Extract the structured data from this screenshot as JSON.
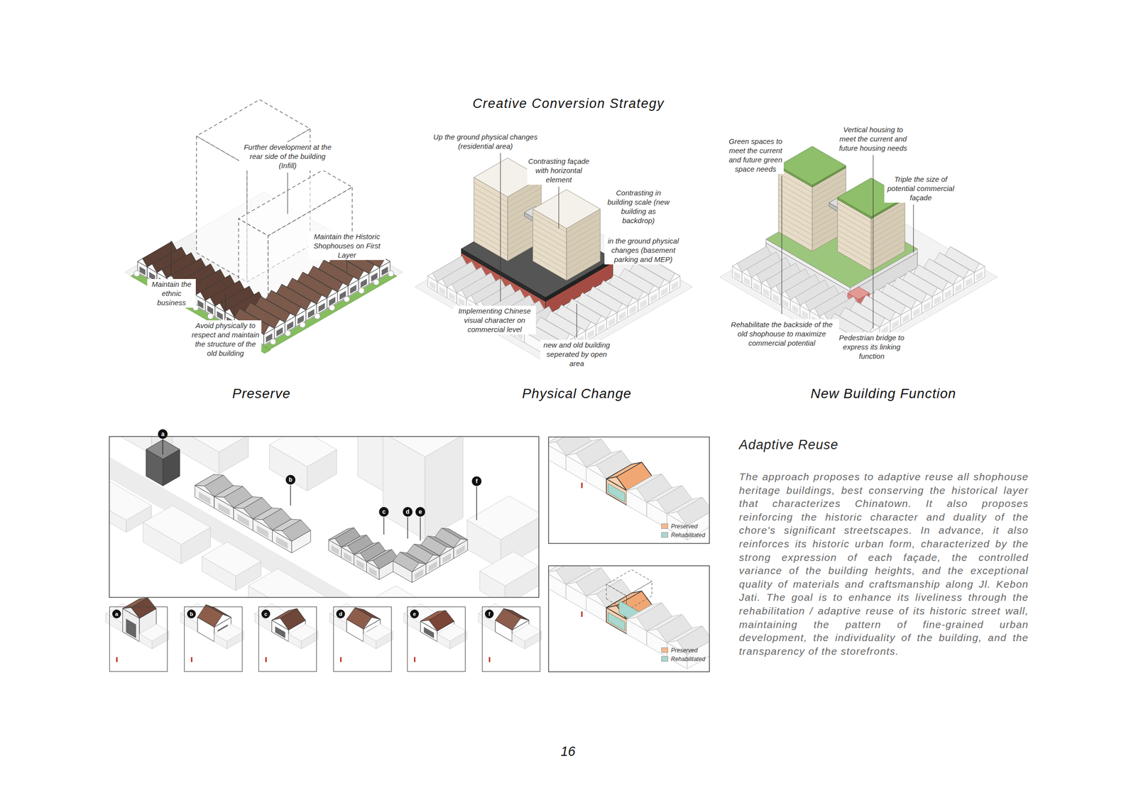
{
  "diagram": {
    "title": "Creative Conversion Strategy",
    "nodes": [
      {
        "text": [
          "a"
        ]
      },
      {
        "text": [
          "b"
        ]
      },
      {
        "text": [
          "c"
        ]
      },
      {
        "text": [
          "d"
        ]
      },
      {
        "text": [
          "e"
        ]
      },
      {
        "text": [
          "f"
        ]
      }
    ],
    "labels": [
      "Further development at the rear side of the building (Infill)",
      "Maintain the Historic Shophouses on First Layer",
      "Maintain the ethnic business",
      "Avoid physically to respect and maintain the structure of the old building",
      "Preserve",
      "Up the ground physical changes (residential area)",
      "Contrasting façade with horizontal element",
      "Contrasting in building scale (new building as backdrop)",
      "in the ground physical changes (basement parking and MEP)",
      "Implementing Chinese visual character on commercial level",
      "new and old building seperated by open area",
      "Physical Change",
      "Vertical housing to meet the current and future housing needs",
      "Green spaces to meet the current and future green space needs",
      "Triple the size of potential commercial façade",
      "Rehabilitate the backside of the old shophouse to maximize commercial potential",
      "Pedestrian bridge to express its linking function",
      "New Building Function",
      "a",
      "b",
      "c",
      "d",
      "e",
      "f",
      "Adaptive Reuse",
      "The approach proposes to adaptive reuse all shophouse heritage buildings, best conserving the historical layer that characterizes Chinatown. It also proposes reinforcing the historic character and duality of the chore's significant streetscapes. In advance, it also reinforces its historic urban form, characterized by the strong expression of each façade, the controlled variance of the building heights, and the exceptional quality of materials and craftsmanship along Jl. Kebon Jati. The goal is to enhance its liveliness through the rehabilitation / adaptive reuse of its historic street wall, maintaining the pattern of fine-grained urban development, the individuality of the building, and the transparency of the storefronts.",
      "16"
    ],
    "legend": [
      {
        "text": "Preserved",
        "color": "#f6b98a"
      },
      {
        "text": "Rehabilitated",
        "color": "#a8d8cf"
      },
      {
        "text": "Preserved",
        "color": "#f6b98a"
      },
      {
        "text": "Rehabilitated",
        "color": "#a8d8cf"
      }
    ]
  }
}
